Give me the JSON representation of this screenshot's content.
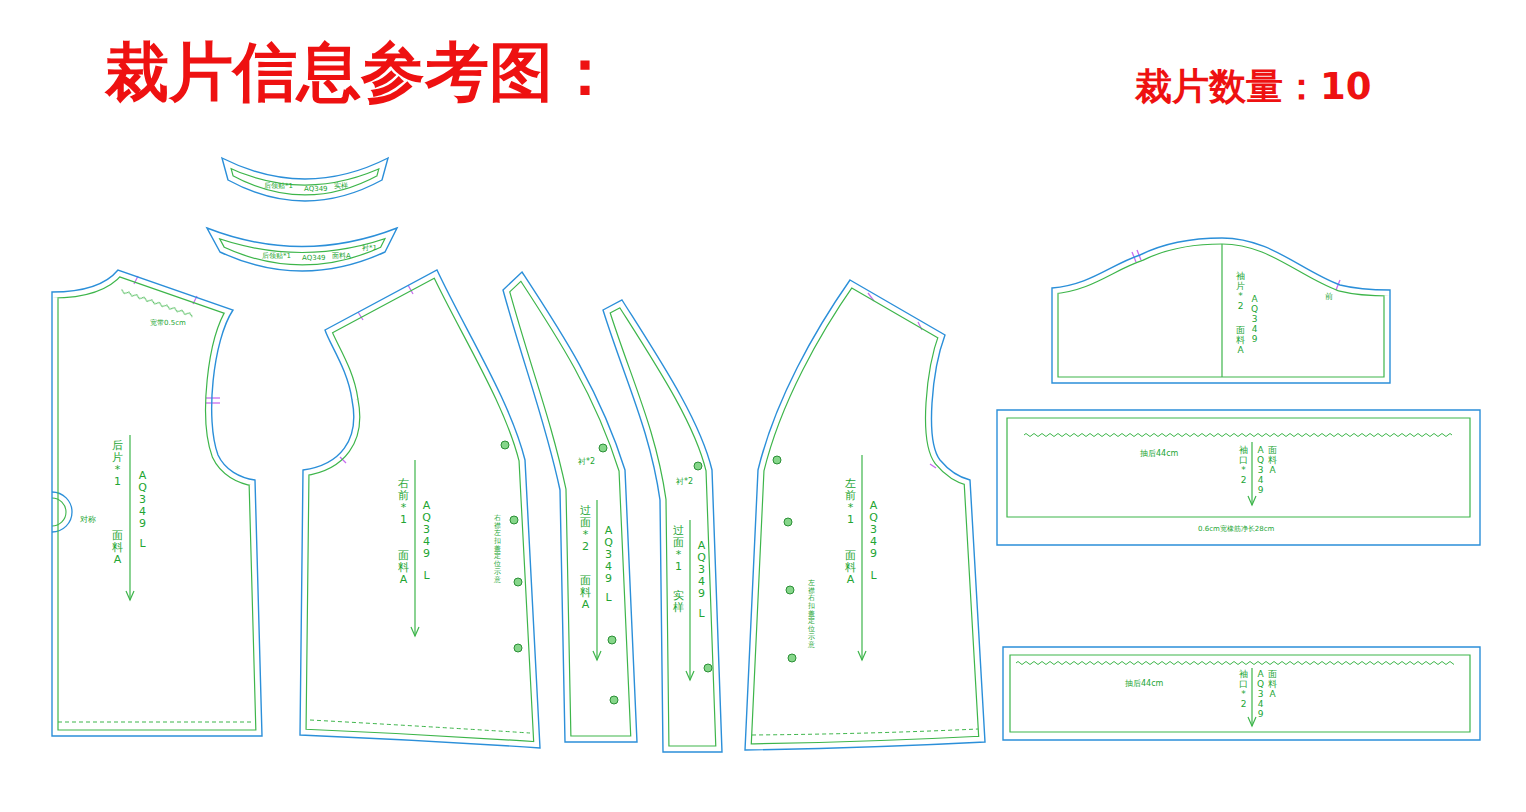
{
  "diagram": {
    "title": "裁片信息参考图：",
    "nodes": [
      {
        "text": [
          "后领贴*1",
          "AQ349",
          "实样"
        ]
      },
      {
        "text": [
          "后领贴*1",
          "AQ349",
          "面料A",
          "衬*1"
        ]
      },
      {
        "text": [
          "宽带0.5cm",
          "后片*1",
          "AQ349",
          "面料A",
          "L",
          "对称"
        ]
      },
      {
        "text": [
          "右前*1",
          "AQ349",
          "L",
          "面料A",
          "右襟左扣盖定位示意"
        ]
      },
      {
        "text": [
          "衬*2",
          "过面*2",
          "AQ349",
          "L",
          "面料A"
        ]
      },
      {
        "text": [
          "衬*2",
          "过面*1",
          "AQ349",
          "L",
          "实样"
        ]
      },
      {
        "text": [
          "左前*1",
          "AQ349",
          "L",
          "面料A",
          "左襟右扣盖定位示意"
        ]
      },
      {
        "text": [
          "前",
          "袖片*2",
          "AQ349",
          "面料A"
        ]
      },
      {
        "text": [
          "抽后44cm",
          "袖口*2",
          "AQ349",
          "面料A",
          "0.6cm宽橡筋净长28cm"
        ]
      },
      {
        "text": [
          "抽后44cm",
          "袖口*2",
          "AQ349",
          "面料A"
        ]
      }
    ],
    "labels": [
      "裁片数量：10"
    ]
  }
}
